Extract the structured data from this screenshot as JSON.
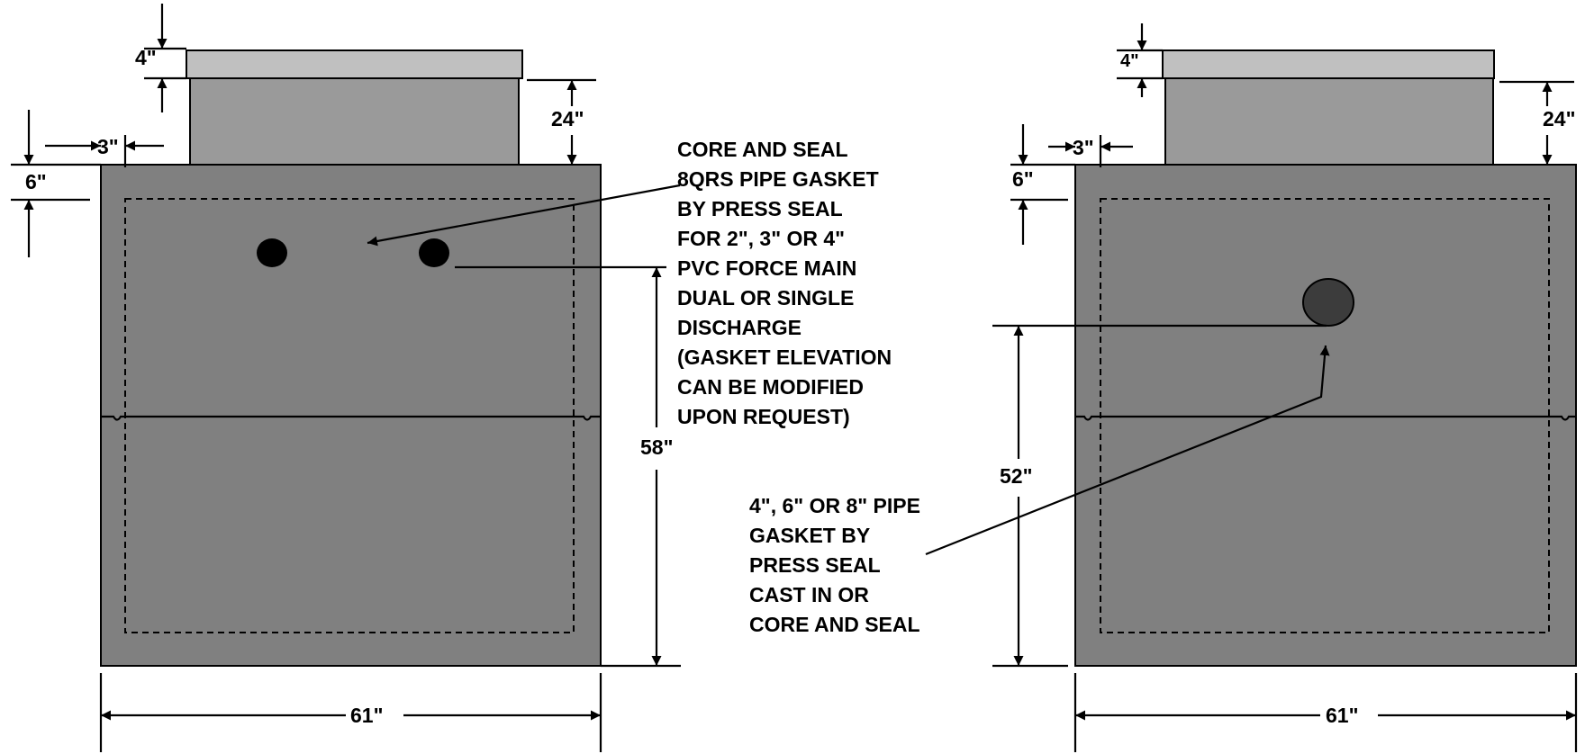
{
  "left_view": {
    "riser_height": "4\"",
    "riser_to_lid": "24\"",
    "wall_thickness": "3\"",
    "top_slab": "6\"",
    "gasket_elevation": "58\"",
    "width": "61\""
  },
  "right_view": {
    "riser_height": "4\"",
    "riser_to_lid": "24\"",
    "wall_thickness": "3\"",
    "top_slab": "6\"",
    "gasket_elevation": "52\"",
    "width": "61\""
  },
  "notes": {
    "force_main": [
      "CORE AND SEAL",
      "8QRS PIPE GASKET",
      "BY PRESS SEAL",
      "FOR 2\", 3\" OR 4\"",
      "PVC FORCE MAIN",
      "DUAL OR SINGLE",
      "DISCHARGE",
      "(GASKET ELEVATION",
      "CAN BE MODIFIED",
      "UPON REQUEST)"
    ],
    "inlet_pipe": [
      "4\", 6\" OR 8\" PIPE",
      "GASKET BY",
      "PRESS SEAL",
      "CAST IN OR",
      "CORE AND SEAL"
    ]
  },
  "colors": {
    "tank_body": "#808080",
    "riser": "#9a9a9a",
    "lid": "#c0c0c0",
    "gasket_hole": "#000000",
    "inlet_hole": "#3c3c3c"
  }
}
